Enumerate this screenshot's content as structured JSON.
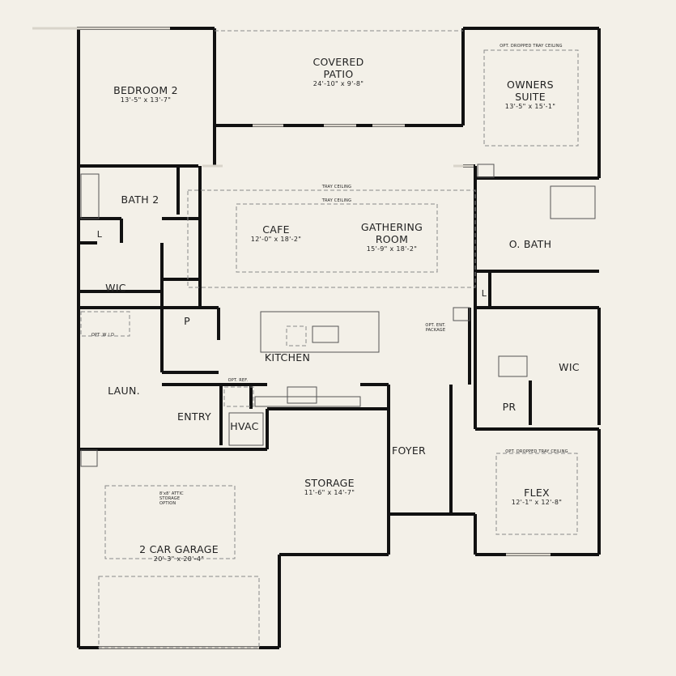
{
  "rooms": {
    "bedroom2": {
      "name": "BEDROOM 2",
      "dim": "13'-5\" x 13'-7\""
    },
    "patio": {
      "name1": "COVERED",
      "name2": "PATIO",
      "dim": "24'-10\" x 9'-8\""
    },
    "owners": {
      "name1": "OWNERS",
      "name2": "SUITE",
      "dim": "13'-5\" x 15'-1\"",
      "note": "OPT. DROPPED TRAY CEILING"
    },
    "bath2": {
      "name": "BATH 2"
    },
    "linen1": {
      "name": "L"
    },
    "wic1": {
      "name": "WIC"
    },
    "cafe": {
      "name": "CAFE",
      "dim": "12'-0\" x 18'-2\""
    },
    "gathering": {
      "name1": "GATHERING",
      "name2": "ROOM",
      "dim": "15'-9\" x 18'-2\""
    },
    "tray_outer": "TRAY CEILING",
    "tray_inner": "TRAY CEILING",
    "obath": {
      "name": "O. BATH"
    },
    "linen2": {
      "name": "L"
    },
    "pantry": {
      "name": "P"
    },
    "opt_wd": "OPT. W / D",
    "kitchen": {
      "name": "KITCHEN"
    },
    "opt_ent": {
      "line1": "OPT. ENT.",
      "line2": "PACKAGE"
    },
    "opt_ref": "OPT. REF.",
    "wic2": {
      "name": "WIC"
    },
    "laundry": {
      "name": "LAUN."
    },
    "entry": {
      "name": "ENTRY"
    },
    "hvac": {
      "name": "HVAC"
    },
    "pr": {
      "name": "PR"
    },
    "foyer": {
      "name": "FOYER"
    },
    "flex": {
      "name": "FLEX",
      "dim": "12'-1\" x 12'-8\"",
      "note": "OPT. DROPPED TRAY CEILING"
    },
    "storage": {
      "name": "STORAGE",
      "dim": "11'-6\" x 14'-7\""
    },
    "attic": {
      "line1": "8'x8' ATTIC",
      "line2": "STORAGE",
      "line3": "OPTION"
    },
    "garage": {
      "name": "2 CAR GARAGE",
      "dim": "20'-3\" x 20'-4\""
    }
  },
  "colors": {
    "background": "#f3f0e8",
    "wall": "#111111",
    "dashed": "#8a8a8a"
  }
}
